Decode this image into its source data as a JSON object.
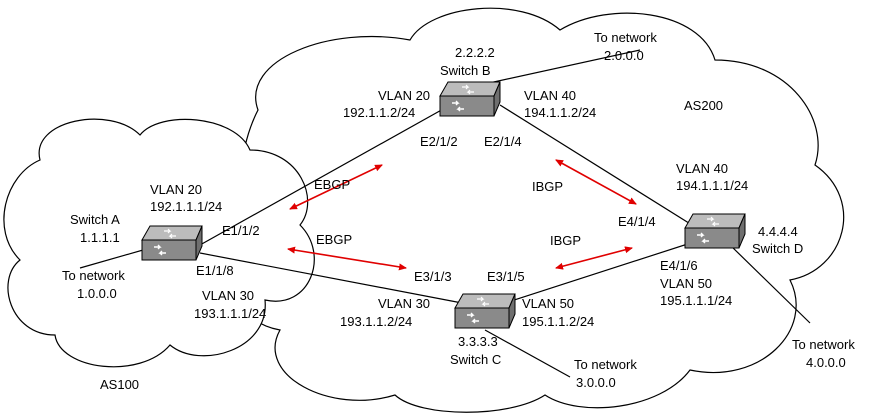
{
  "clouds": {
    "as100": "AS100",
    "as200": "AS200"
  },
  "switches": {
    "a": {
      "name": "Switch A",
      "router_id": "1.1.1.1"
    },
    "b": {
      "name": "Switch B",
      "router_id": "2.2.2.2"
    },
    "c": {
      "name": "Switch C",
      "router_id": "3.3.3.3"
    },
    "d": {
      "name": "Switch D",
      "router_id": "4.4.4.4"
    }
  },
  "interfaces": {
    "a_e112": "E1/1/2",
    "a_e118": "E1/1/8",
    "b_e212": "E2/1/2",
    "b_e214": "E2/1/4",
    "c_e313": "E3/1/3",
    "c_e315": "E3/1/5",
    "d_e414": "E4/1/4",
    "d_e416": "E4/1/6"
  },
  "vlans": {
    "a_vlan20": {
      "name": "VLAN 20",
      "ip": "192.1.1.1/24"
    },
    "a_vlan30": {
      "name": "VLAN 30",
      "ip": "193.1.1.1/24"
    },
    "b_vlan20": {
      "name": "VLAN 20",
      "ip": "192.1.1.2/24"
    },
    "b_vlan40": {
      "name": "VLAN 40",
      "ip": "194.1.1.2/24"
    },
    "c_vlan30": {
      "name": "VLAN 30",
      "ip": "193.1.1.2/24"
    },
    "c_vlan50": {
      "name": "VLAN 50",
      "ip": "195.1.1.2/24"
    },
    "d_vlan40": {
      "name": "VLAN 40",
      "ip": "194.1.1.1/24"
    },
    "d_vlan50": {
      "name": "VLAN 50",
      "ip": "195.1.1.1/24"
    }
  },
  "networks": {
    "a": {
      "label": "To network",
      "address": "1.0.0.0"
    },
    "b": {
      "label": "To network",
      "address": "2.0.0.0"
    },
    "c": {
      "label": "To network",
      "address": "3.0.0.0"
    },
    "d": {
      "label": "To network",
      "address": "4.0.0.0"
    }
  },
  "sessions": {
    "ebgp_1": "EBGP",
    "ebgp_2": "EBGP",
    "ibgp_1": "IBGP",
    "ibgp_2": "IBGP"
  },
  "colors": {
    "session_arrow": "#e00000",
    "switch_top": "#bcbcbc",
    "switch_side": "#6f6f6f"
  }
}
